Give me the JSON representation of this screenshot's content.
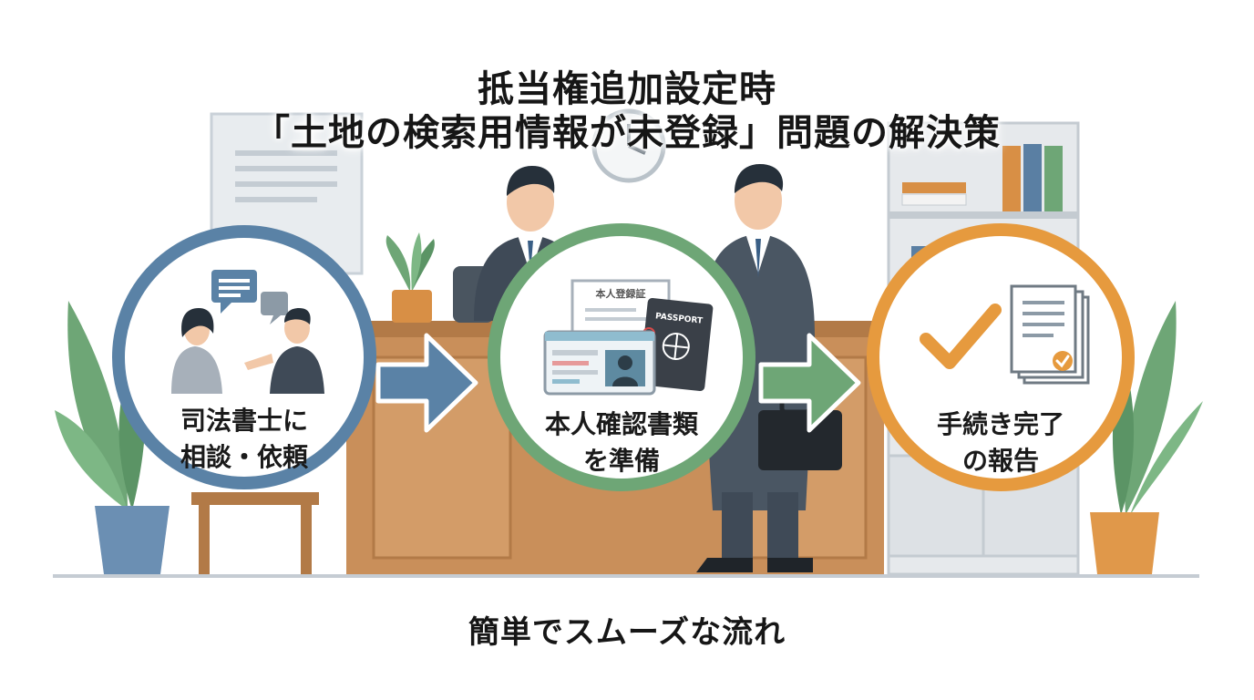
{
  "title": {
    "line1": "抵当権追加設定時",
    "line2": "「土地の検索用情報が未登録」問題の解決策"
  },
  "steps": [
    {
      "line1": "司法書士に",
      "line2": "相談・依頼",
      "color": "#5a82a6"
    },
    {
      "line1": "本人確認書類",
      "line2": "を準備",
      "color": "#6ea676"
    },
    {
      "line1": "手続き完了",
      "line2": "の報告",
      "color": "#e69a3e"
    }
  ],
  "document_label": "本人登録証",
  "passport_label": "PASSPORT",
  "caption": "簡単でスムーズな流れ",
  "icons": [
    "chat-bubbles-icon",
    "people-talking-icon",
    "id-card-icon",
    "passport-icon",
    "check-mark-icon",
    "documents-icon"
  ]
}
